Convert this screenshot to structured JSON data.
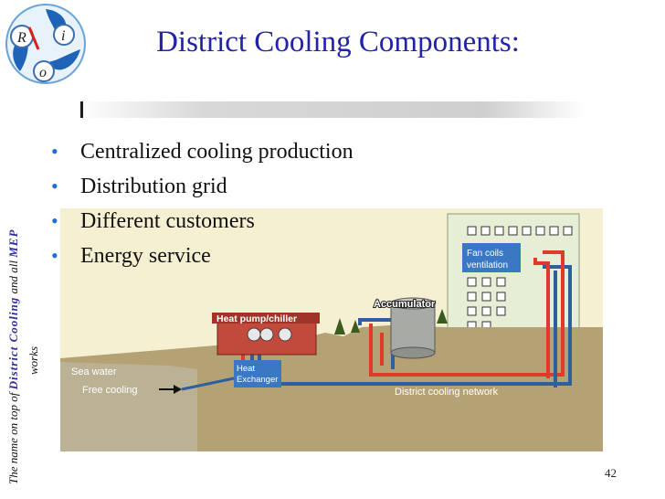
{
  "slide": {
    "title": "District Cooling Components:",
    "page_number": "42"
  },
  "logo": {
    "letters": [
      "R",
      "i",
      "o"
    ]
  },
  "side_caption": {
    "prefix": "The name on top of ",
    "highlight1": "District Cooling",
    "middle": " and all ",
    "highlight2": "MEP",
    "suffix": "works"
  },
  "bullets": [
    "Centralized cooling production",
    "Distribution grid",
    "Different customers",
    "Energy service"
  ],
  "diagram": {
    "heat_pump_label": "Heat pump/chiller",
    "accumulator_label": "Accumulator",
    "fan_coils_line1": "Fan coils",
    "fan_coils_line2": "ventilation",
    "heat_exchanger_line1": "Heat",
    "heat_exchanger_line2": "Exchanger",
    "sea_water_label": "Sea water",
    "free_cooling_label": "Free cooling",
    "network_label": "District cooling network",
    "colors": {
      "supply": "#e23a2a",
      "return": "#2f5f9e",
      "ground": "#b4a274",
      "sky": "#f5f0d2"
    }
  }
}
